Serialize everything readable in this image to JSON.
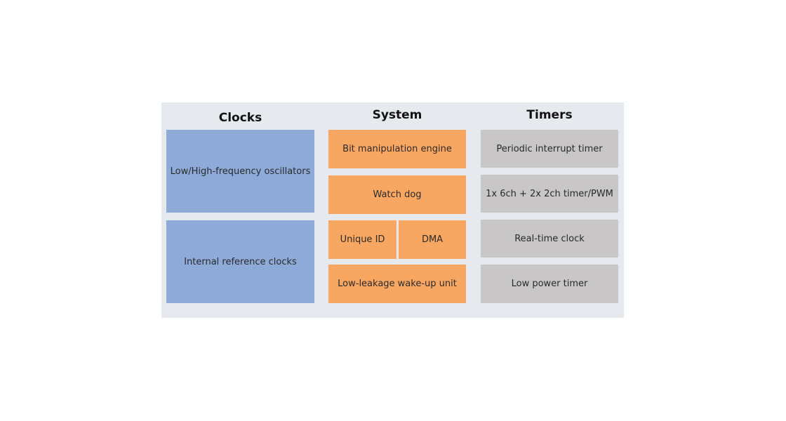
{
  "colors": {
    "panel_background": "#e6eaee",
    "clocks_block": "#8eaad8",
    "system_block": "#f8a762",
    "timers_block": "#c8c6c6"
  },
  "columns": {
    "clocks": {
      "title": "Clocks",
      "blocks": [
        "Low/High-frequency oscillators",
        "Internal reference clocks"
      ]
    },
    "system": {
      "title": "System",
      "blocks": [
        "Bit manipulation engine",
        "Watch dog",
        "Unique ID",
        "DMA",
        "Low-leakage wake-up unit"
      ]
    },
    "timers": {
      "title": "Timers",
      "blocks": [
        "Periodic interrupt timer",
        "1x 6ch + 2x 2ch timer/PWM",
        "Real-time clock",
        "Low power timer"
      ]
    }
  }
}
